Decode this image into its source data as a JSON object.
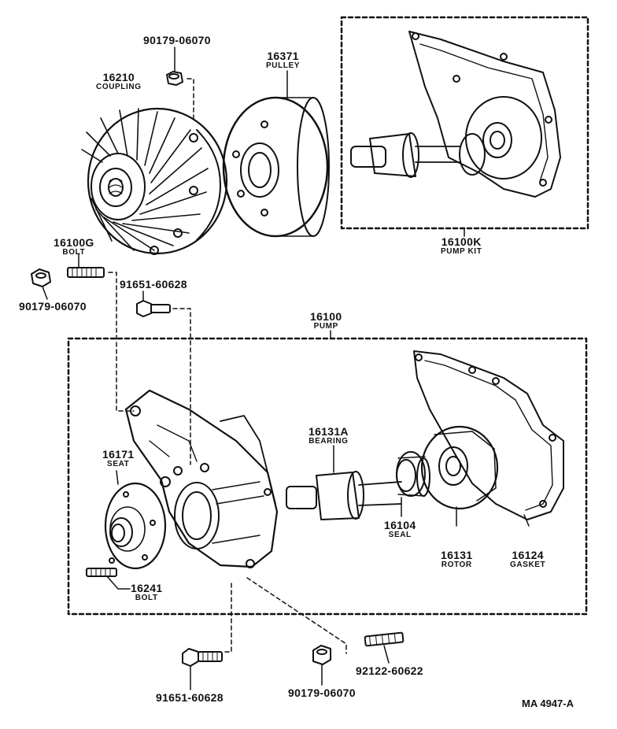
{
  "parts": {
    "nut_top": {
      "number": "90179-06070"
    },
    "coupling": {
      "number": "16210",
      "name": "COUPLING"
    },
    "pulley": {
      "number": "16371",
      "name": "PULLEY"
    },
    "pump_kit": {
      "number": "16100K",
      "name": "PUMP KIT"
    },
    "stud_bolt": {
      "number": "16100G",
      "name": "BOLT"
    },
    "nut_left": {
      "number": "90179-06070"
    },
    "bolt_upper": {
      "number": "91651-60628"
    },
    "pump": {
      "number": "16100",
      "name": "PUMP"
    },
    "bearing": {
      "number": "16131A",
      "name": "BEARING"
    },
    "seat": {
      "number": "16171",
      "name": "SEAT"
    },
    "seal": {
      "number": "16104",
      "name": "SEAL"
    },
    "rotor": {
      "number": "16131",
      "name": "ROTOR"
    },
    "gasket": {
      "number": "16124",
      "name": "GASKET"
    },
    "seat_bolt": {
      "number": "16241",
      "name": "BOLT"
    },
    "bolt_lower": {
      "number": "91651-60628"
    },
    "nut_bottom": {
      "number": "90179-06070"
    },
    "stud_lower": {
      "number": "92122-60622"
    }
  },
  "drawing_ref": "MA 4947-A",
  "colors": {
    "ink": "#111111",
    "paper": "#ffffff"
  }
}
